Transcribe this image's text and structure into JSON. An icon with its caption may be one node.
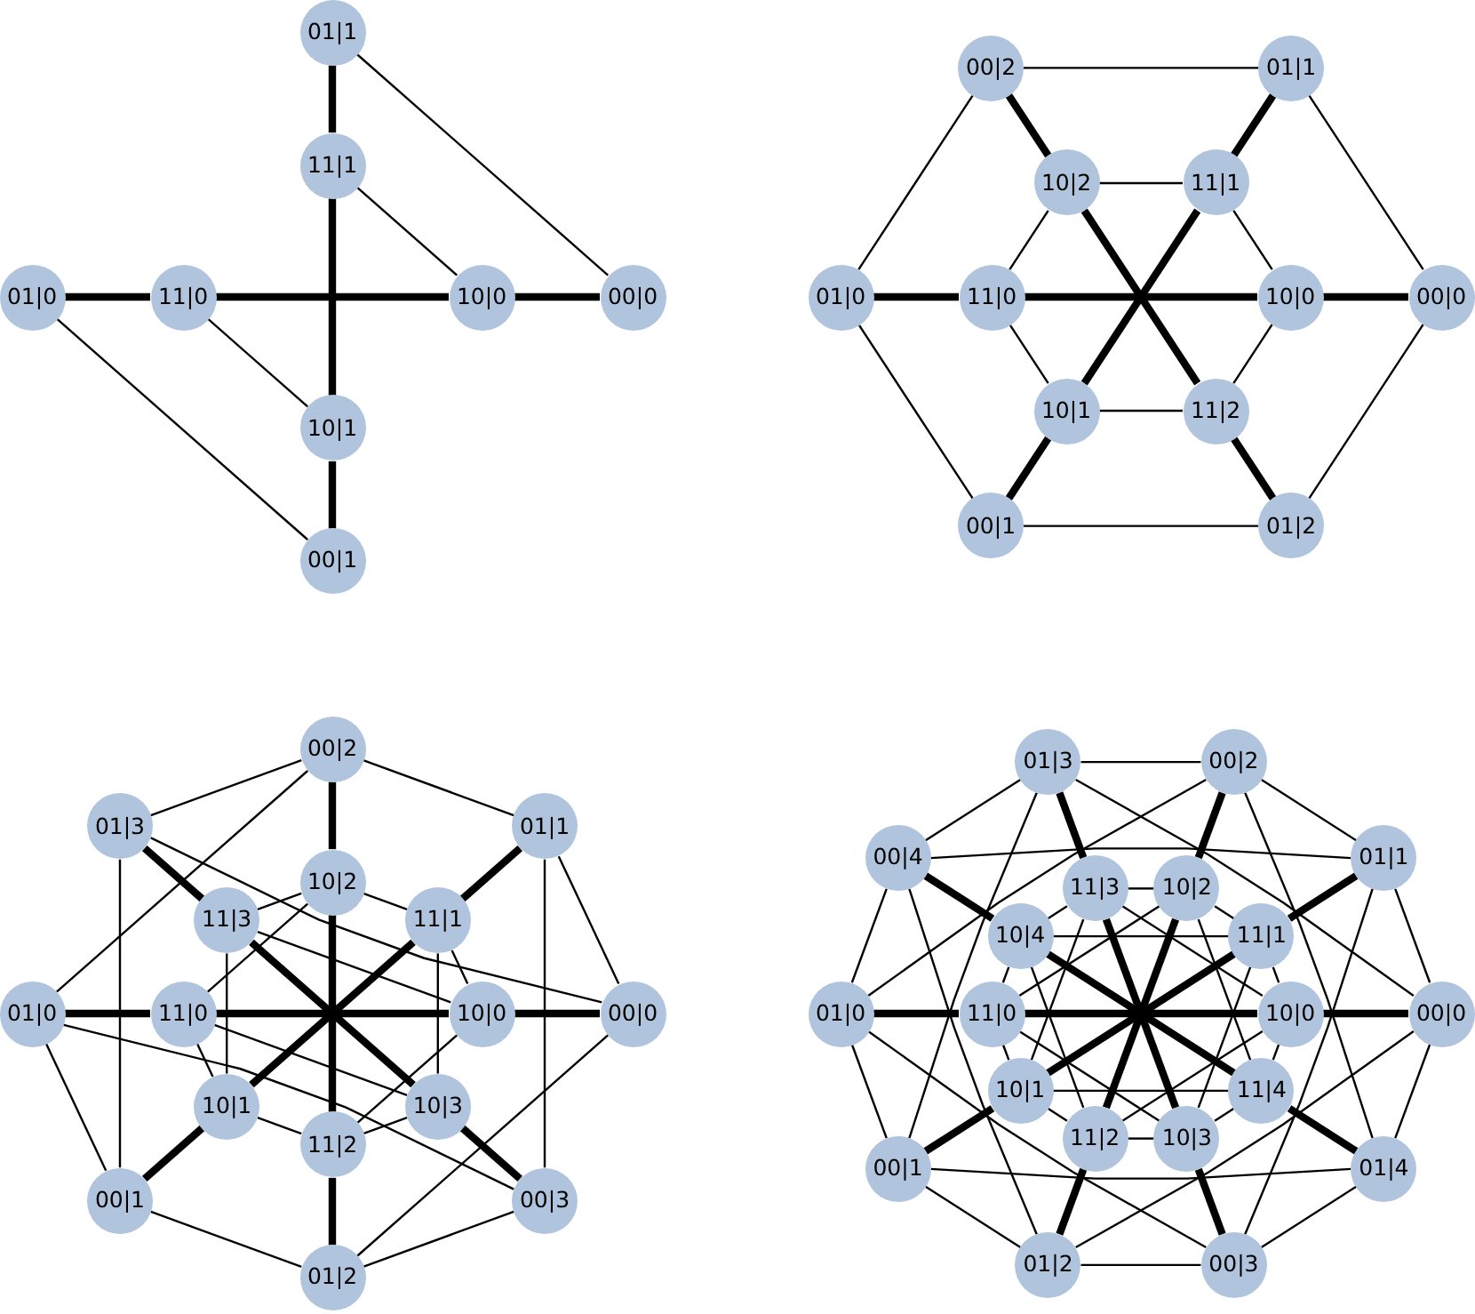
{
  "diagram": {
    "nodes": [
      {
        "text": [
          "00|0"
        ]
      },
      {
        "text": [
          "01|0"
        ]
      },
      {
        "text": [
          "10|0"
        ]
      },
      {
        "text": [
          "11|0"
        ]
      },
      {
        "text": [
          "00|1"
        ]
      },
      {
        "text": [
          "01|1"
        ]
      },
      {
        "text": [
          "10|1"
        ]
      },
      {
        "text": [
          "11|1"
        ]
      },
      {
        "text": [
          "00|0"
        ]
      },
      {
        "text": [
          "01|0"
        ]
      },
      {
        "text": [
          "10|0"
        ]
      },
      {
        "text": [
          "11|0"
        ]
      },
      {
        "text": [
          "00|1"
        ]
      },
      {
        "text": [
          "01|1"
        ]
      },
      {
        "text": [
          "10|1"
        ]
      },
      {
        "text": [
          "11|1"
        ]
      },
      {
        "text": [
          "00|2"
        ]
      },
      {
        "text": [
          "01|2"
        ]
      },
      {
        "text": [
          "10|2"
        ]
      },
      {
        "text": [
          "11|2"
        ]
      },
      {
        "text": [
          "00|0"
        ]
      },
      {
        "text": [
          "01|0"
        ]
      },
      {
        "text": [
          "10|0"
        ]
      },
      {
        "text": [
          "11|0"
        ]
      },
      {
        "text": [
          "00|1"
        ]
      },
      {
        "text": [
          "01|1"
        ]
      },
      {
        "text": [
          "10|1"
        ]
      },
      {
        "text": [
          "11|1"
        ]
      },
      {
        "text": [
          "00|2"
        ]
      },
      {
        "text": [
          "01|2"
        ]
      },
      {
        "text": [
          "10|2"
        ]
      },
      {
        "text": [
          "11|2"
        ]
      },
      {
        "text": [
          "00|3"
        ]
      },
      {
        "text": [
          "01|3"
        ]
      },
      {
        "text": [
          "10|3"
        ]
      },
      {
        "text": [
          "11|3"
        ]
      },
      {
        "text": [
          "00|0"
        ]
      },
      {
        "text": [
          "01|0"
        ]
      },
      {
        "text": [
          "10|0"
        ]
      },
      {
        "text": [
          "11|0"
        ]
      },
      {
        "text": [
          "00|1"
        ]
      },
      {
        "text": [
          "01|1"
        ]
      },
      {
        "text": [
          "10|1"
        ]
      },
      {
        "text": [
          "11|1"
        ]
      },
      {
        "text": [
          "00|2"
        ]
      },
      {
        "text": [
          "01|2"
        ]
      },
      {
        "text": [
          "10|2"
        ]
      },
      {
        "text": [
          "11|2"
        ]
      },
      {
        "text": [
          "00|3"
        ]
      },
      {
        "text": [
          "01|3"
        ]
      },
      {
        "text": [
          "10|3"
        ]
      },
      {
        "text": [
          "11|3"
        ]
      },
      {
        "text": [
          "00|4"
        ]
      },
      {
        "text": [
          "01|4"
        ]
      },
      {
        "text": [
          "10|4"
        ]
      },
      {
        "text": [
          "11|4"
        ]
      }
    ],
    "edges": [
      {
        "from": 0,
        "to": 2,
        "arrow": "none",
        "style": "thick"
      },
      {
        "from": 1,
        "to": 3,
        "arrow": "none",
        "style": "thick"
      },
      {
        "from": 3,
        "to": 2,
        "arrow": "none",
        "style": "thick"
      },
      {
        "from": 4,
        "to": 6,
        "arrow": "none",
        "style": "thick"
      },
      {
        "from": 5,
        "to": 7,
        "arrow": "none",
        "style": "thick"
      },
      {
        "from": 7,
        "to": 6,
        "arrow": "none",
        "style": "thick"
      },
      {
        "from": 0,
        "to": 5,
        "arrow": "none"
      },
      {
        "from": 4,
        "to": 1,
        "arrow": "none"
      },
      {
        "from": 2,
        "to": 7,
        "arrow": "none"
      },
      {
        "from": 6,
        "to": 3,
        "arrow": "none"
      },
      {
        "from": 8,
        "to": 10,
        "arrow": "none",
        "style": "thick"
      },
      {
        "from": 9,
        "to": 11,
        "arrow": "none",
        "style": "thick"
      },
      {
        "from": 11,
        "to": 10,
        "arrow": "none",
        "style": "thick"
      },
      {
        "from": 12,
        "to": 14,
        "arrow": "none",
        "style": "thick"
      },
      {
        "from": 13,
        "to": 15,
        "arrow": "none",
        "style": "thick"
      },
      {
        "from": 15,
        "to": 14,
        "arrow": "none",
        "style": "thick"
      },
      {
        "from": 16,
        "to": 18,
        "arrow": "none",
        "style": "thick"
      },
      {
        "from": 17,
        "to": 19,
        "arrow": "none",
        "style": "thick"
      },
      {
        "from": 19,
        "to": 18,
        "arrow": "none",
        "style": "thick"
      },
      {
        "from": 8,
        "to": 13,
        "arrow": "none"
      },
      {
        "from": 8,
        "to": 17,
        "arrow": "none"
      },
      {
        "from": 12,
        "to": 9,
        "arrow": "none"
      },
      {
        "from": 12,
        "to": 17,
        "arrow": "none"
      },
      {
        "from": 16,
        "to": 9,
        "arrow": "none"
      },
      {
        "from": 16,
        "to": 13,
        "arrow": "none"
      },
      {
        "from": 10,
        "to": 15,
        "arrow": "none"
      },
      {
        "from": 10,
        "to": 19,
        "arrow": "none"
      },
      {
        "from": 14,
        "to": 11,
        "arrow": "none"
      },
      {
        "from": 14,
        "to": 19,
        "arrow": "none"
      },
      {
        "from": 18,
        "to": 11,
        "arrow": "none"
      },
      {
        "from": 18,
        "to": 15,
        "arrow": "none"
      },
      {
        "from": 20,
        "to": 22,
        "arrow": "none",
        "style": "thick"
      },
      {
        "from": 21,
        "to": 23,
        "arrow": "none",
        "style": "thick"
      },
      {
        "from": 23,
        "to": 22,
        "arrow": "none",
        "style": "thick"
      },
      {
        "from": 24,
        "to": 26,
        "arrow": "none",
        "style": "thick"
      },
      {
        "from": 25,
        "to": 27,
        "arrow": "none",
        "style": "thick"
      },
      {
        "from": 27,
        "to": 26,
        "arrow": "none",
        "style": "thick"
      },
      {
        "from": 28,
        "to": 30,
        "arrow": "none",
        "style": "thick"
      },
      {
        "from": 29,
        "to": 31,
        "arrow": "none",
        "style": "thick"
      },
      {
        "from": 31,
        "to": 30,
        "arrow": "none",
        "style": "thick"
      },
      {
        "from": 32,
        "to": 34,
        "arrow": "none",
        "style": "thick"
      },
      {
        "from": 33,
        "to": 35,
        "arrow": "none",
        "style": "thick"
      },
      {
        "from": 35,
        "to": 34,
        "arrow": "none",
        "style": "thick"
      },
      {
        "from": 20,
        "to": 25,
        "arrow": "none"
      },
      {
        "from": 20,
        "to": 29,
        "arrow": "none"
      },
      {
        "from": 20,
        "to": 33,
        "arrow": "none"
      },
      {
        "from": 24,
        "to": 21,
        "arrow": "none"
      },
      {
        "from": 24,
        "to": 29,
        "arrow": "none"
      },
      {
        "from": 24,
        "to": 33,
        "arrow": "none"
      },
      {
        "from": 28,
        "to": 21,
        "arrow": "none"
      },
      {
        "from": 28,
        "to": 25,
        "arrow": "none"
      },
      {
        "from": 28,
        "to": 33,
        "arrow": "none"
      },
      {
        "from": 32,
        "to": 21,
        "arrow": "none"
      },
      {
        "from": 32,
        "to": 25,
        "arrow": "none"
      },
      {
        "from": 32,
        "to": 29,
        "arrow": "none"
      },
      {
        "from": 22,
        "to": 27,
        "arrow": "none"
      },
      {
        "from": 22,
        "to": 31,
        "arrow": "none"
      },
      {
        "from": 22,
        "to": 35,
        "arrow": "none"
      },
      {
        "from": 26,
        "to": 23,
        "arrow": "none"
      },
      {
        "from": 26,
        "to": 31,
        "arrow": "none"
      },
      {
        "from": 26,
        "to": 35,
        "arrow": "none"
      },
      {
        "from": 30,
        "to": 23,
        "arrow": "none"
      },
      {
        "from": 30,
        "to": 27,
        "arrow": "none"
      },
      {
        "from": 30,
        "to": 35,
        "arrow": "none"
      },
      {
        "from": 34,
        "to": 23,
        "arrow": "none"
      },
      {
        "from": 34,
        "to": 27,
        "arrow": "none"
      },
      {
        "from": 34,
        "to": 31,
        "arrow": "none"
      },
      {
        "from": 36,
        "to": 38,
        "arrow": "none",
        "style": "thick"
      },
      {
        "from": 37,
        "to": 39,
        "arrow": "none",
        "style": "thick"
      },
      {
        "from": 39,
        "to": 38,
        "arrow": "none",
        "style": "thick"
      },
      {
        "from": 40,
        "to": 42,
        "arrow": "none",
        "style": "thick"
      },
      {
        "from": 41,
        "to": 43,
        "arrow": "none",
        "style": "thick"
      },
      {
        "from": 43,
        "to": 42,
        "arrow": "none",
        "style": "thick"
      },
      {
        "from": 44,
        "to": 46,
        "arrow": "none",
        "style": "thick"
      },
      {
        "from": 45,
        "to": 47,
        "arrow": "none",
        "style": "thick"
      },
      {
        "from": 47,
        "to": 46,
        "arrow": "none",
        "style": "thick"
      },
      {
        "from": 48,
        "to": 50,
        "arrow": "none",
        "style": "thick"
      },
      {
        "from": 49,
        "to": 51,
        "arrow": "none",
        "style": "thick"
      },
      {
        "from": 51,
        "to": 50,
        "arrow": "none",
        "style": "thick"
      },
      {
        "from": 52,
        "to": 54,
        "arrow": "none",
        "style": "thick"
      },
      {
        "from": 53,
        "to": 55,
        "arrow": "none",
        "style": "thick"
      },
      {
        "from": 55,
        "to": 54,
        "arrow": "none",
        "style": "thick"
      },
      {
        "from": 36,
        "to": 41,
        "arrow": "none"
      },
      {
        "from": 36,
        "to": 45,
        "arrow": "none"
      },
      {
        "from": 36,
        "to": 49,
        "arrow": "none"
      },
      {
        "from": 36,
        "to": 53,
        "arrow": "none"
      },
      {
        "from": 40,
        "to": 37,
        "arrow": "none"
      },
      {
        "from": 40,
        "to": 45,
        "arrow": "none"
      },
      {
        "from": 40,
        "to": 49,
        "arrow": "none"
      },
      {
        "from": 40,
        "to": 53,
        "arrow": "none"
      },
      {
        "from": 44,
        "to": 37,
        "arrow": "none"
      },
      {
        "from": 44,
        "to": 41,
        "arrow": "none"
      },
      {
        "from": 44,
        "to": 49,
        "arrow": "none"
      },
      {
        "from": 44,
        "to": 53,
        "arrow": "none"
      },
      {
        "from": 48,
        "to": 37,
        "arrow": "none"
      },
      {
        "from": 48,
        "to": 41,
        "arrow": "none"
      },
      {
        "from": 48,
        "to": 45,
        "arrow": "none"
      },
      {
        "from": 48,
        "to": 53,
        "arrow": "none"
      },
      {
        "from": 52,
        "to": 37,
        "arrow": "none"
      },
      {
        "from": 52,
        "to": 41,
        "arrow": "none"
      },
      {
        "from": 52,
        "to": 45,
        "arrow": "none"
      },
      {
        "from": 52,
        "to": 49,
        "arrow": "none"
      },
      {
        "from": 38,
        "to": 43,
        "arrow": "none"
      },
      {
        "from": 38,
        "to": 47,
        "arrow": "none"
      },
      {
        "from": 38,
        "to": 51,
        "arrow": "none"
      },
      {
        "from": 38,
        "to": 55,
        "arrow": "none"
      },
      {
        "from": 42,
        "to": 39,
        "arrow": "none"
      },
      {
        "from": 42,
        "to": 47,
        "arrow": "none"
      },
      {
        "from": 42,
        "to": 51,
        "arrow": "none"
      },
      {
        "from": 42,
        "to": 55,
        "arrow": "none"
      },
      {
        "from": 46,
        "to": 39,
        "arrow": "none"
      },
      {
        "from": 46,
        "to": 43,
        "arrow": "none"
      },
      {
        "from": 46,
        "to": 51,
        "arrow": "none"
      },
      {
        "from": 46,
        "to": 55,
        "arrow": "none"
      },
      {
        "from": 50,
        "to": 39,
        "arrow": "none"
      },
      {
        "from": 50,
        "to": 43,
        "arrow": "none"
      },
      {
        "from": 50,
        "to": 47,
        "arrow": "none"
      },
      {
        "from": 50,
        "to": 55,
        "arrow": "none"
      },
      {
        "from": 54,
        "to": 39,
        "arrow": "none"
      },
      {
        "from": 54,
        "to": 43,
        "arrow": "none"
      },
      {
        "from": 54,
        "to": 47,
        "arrow": "none"
      },
      {
        "from": 54,
        "to": 51,
        "arrow": "none"
      }
    ]
  }
}
